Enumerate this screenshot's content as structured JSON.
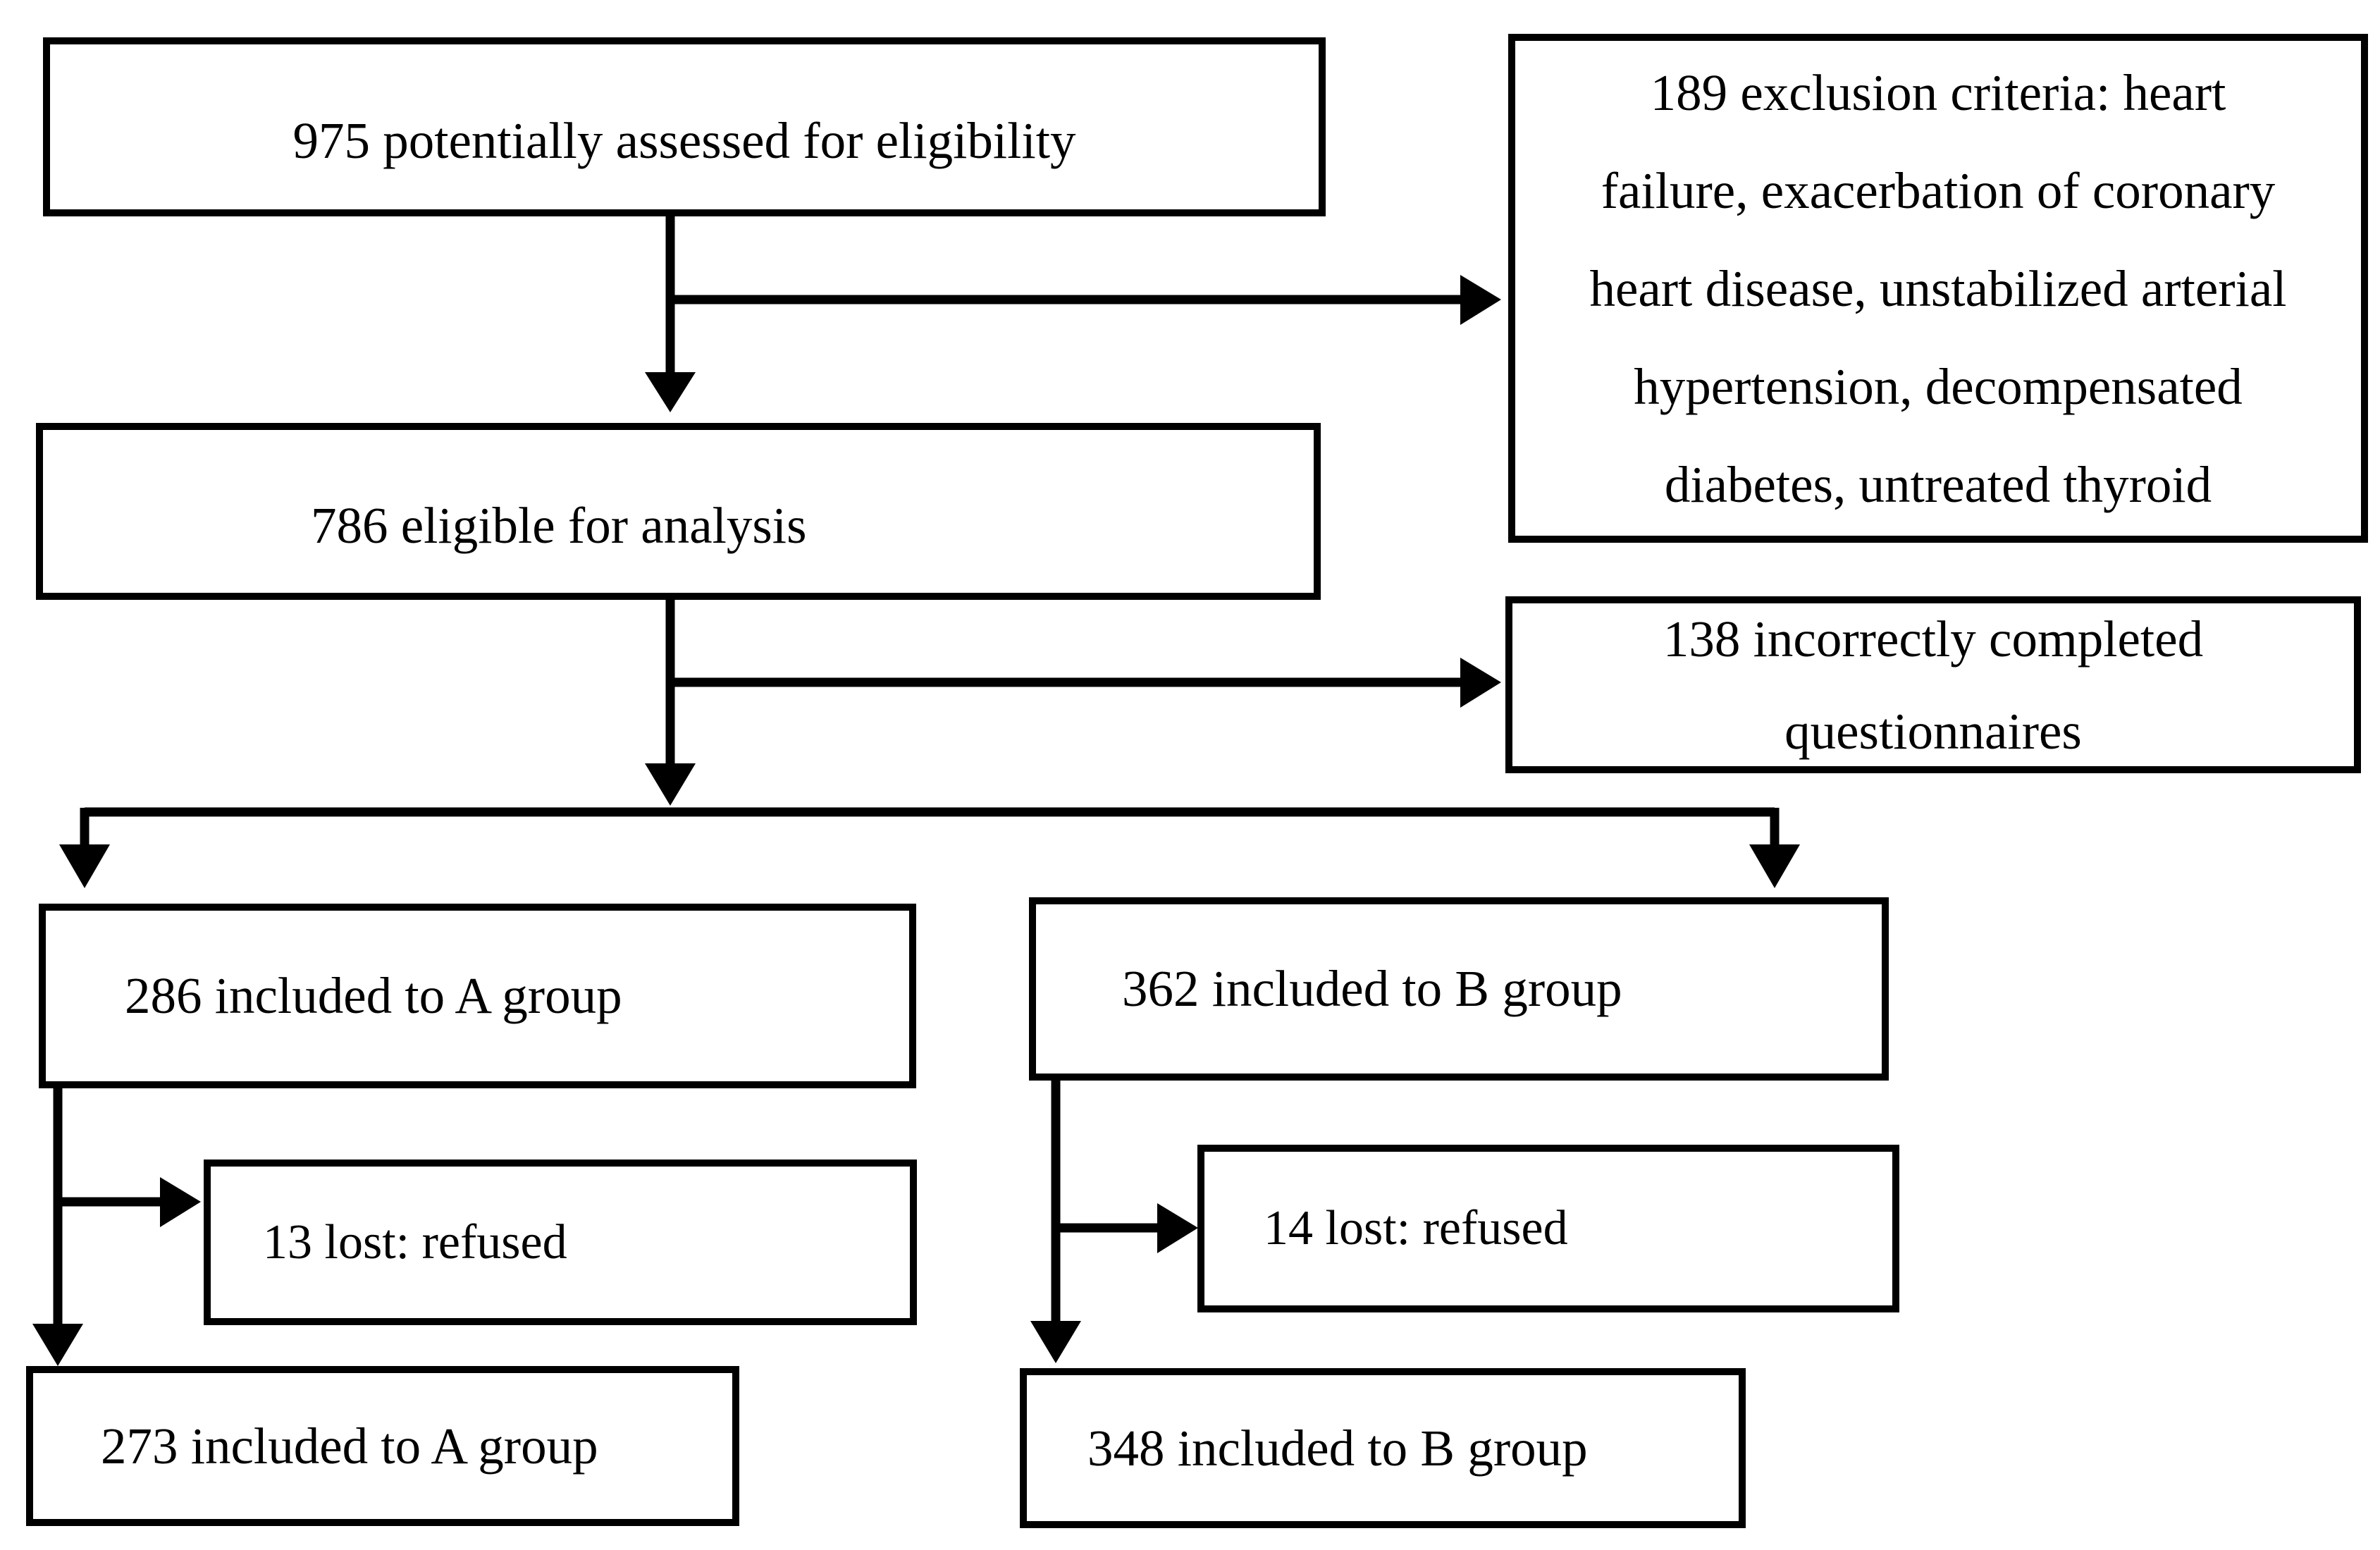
{
  "diagram": {
    "type": "flowchart",
    "colors": {
      "line": "#000000",
      "background": "#ffffff",
      "box_fill": "#ffffff",
      "text": "#000000"
    },
    "nodes": {
      "assessed": {
        "label": "975 potentially assessed for eligibility"
      },
      "exclusion": {
        "lines": [
          "189 exclusion criteria: heart",
          "failure, exacerbation of coronary",
          "heart disease, unstabilized arterial",
          "hypertension, decompensated",
          "diabetes, untreated thyroid"
        ]
      },
      "eligible": {
        "label": "786 eligible for analysis"
      },
      "questionnaires": {
        "lines": [
          "138 incorrectly completed",
          "questionnaires"
        ]
      },
      "group_a": {
        "label": "286 included to A group"
      },
      "group_b": {
        "label": "362 included to B group"
      },
      "lost_a": {
        "label": "13 lost: refused"
      },
      "lost_b": {
        "label": "14 lost: refused"
      },
      "final_a": {
        "label": "273 included to A group"
      },
      "final_b": {
        "label": "348 included to B group"
      }
    },
    "edges": [
      {
        "from": "assessed",
        "to": "eligible"
      },
      {
        "from": "assessed",
        "to": "exclusion"
      },
      {
        "from": "eligible",
        "to": "questionnaires"
      },
      {
        "from": "eligible",
        "to": "group_a"
      },
      {
        "from": "eligible",
        "to": "group_b"
      },
      {
        "from": "group_a",
        "to": "lost_a"
      },
      {
        "from": "group_a",
        "to": "final_a"
      },
      {
        "from": "group_b",
        "to": "lost_b"
      },
      {
        "from": "group_b",
        "to": "final_b"
      }
    ]
  }
}
